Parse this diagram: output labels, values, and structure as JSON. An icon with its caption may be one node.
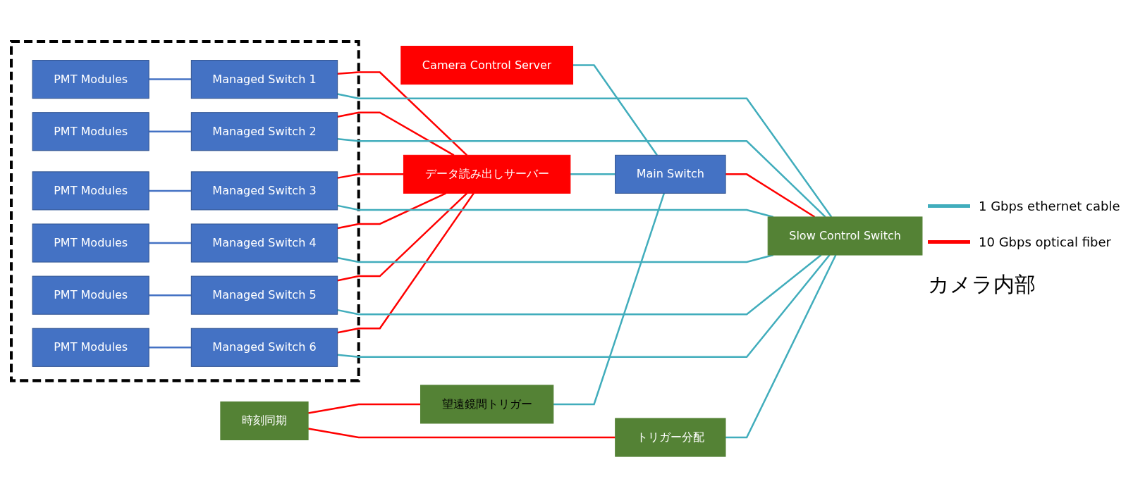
{
  "diagram": {
    "nodes": [
      {
        "text": [],
        "shape": "box"
      },
      {
        "text": [
          "PMT Modules"
        ],
        "in": 0
      },
      {
        "text": [
          "Managed Switch 1"
        ],
        "in": 0
      },
      {
        "text": [
          "PMT Modules"
        ],
        "in": 0
      },
      {
        "text": [
          "Managed Switch 2"
        ],
        "in": 0
      },
      {
        "text": [
          "PMT Modules"
        ],
        "in": 0
      },
      {
        "text": [
          "Managed Switch 3"
        ],
        "in": 0
      },
      {
        "text": [
          "PMT Modules"
        ],
        "in": 0
      },
      {
        "text": [
          "Managed Switch 4"
        ],
        "in": 0
      },
      {
        "text": [
          "PMT Modules"
        ],
        "in": 0
      },
      {
        "text": [
          "Managed Switch 5"
        ],
        "in": 0
      },
      {
        "text": [
          "PMT Modules"
        ],
        "in": 0
      },
      {
        "text": [
          "Managed Switch 6"
        ],
        "in": 0
      },
      {
        "text": [
          "Camera Control Server"
        ]
      },
      {
        "text": [
          "データ読み出しサーバー"
        ]
      },
      {
        "text": [
          "時刻同期"
        ]
      },
      {
        "text": [
          "望遠鏡間トリガー"
        ]
      },
      {
        "text": [
          "Main Switch"
        ]
      },
      {
        "text": [
          "トリガー分配"
        ]
      },
      {
        "text": [
          "Slow Control Switch"
        ]
      }
    ],
    "edges": [
      {
        "from": 1,
        "to": 2,
        "arrow": "none",
        "color": "#4472c4"
      },
      {
        "from": 3,
        "to": 4,
        "arrow": "none",
        "color": "#4472c4"
      },
      {
        "from": 5,
        "to": 6,
        "arrow": "none",
        "color": "#4472c4"
      },
      {
        "from": 7,
        "to": 8,
        "arrow": "none",
        "color": "#4472c4"
      },
      {
        "from": 9,
        "to": 10,
        "arrow": "none",
        "color": "#4472c4"
      },
      {
        "from": 11,
        "to": 12,
        "arrow": "none",
        "color": "#4472c4"
      },
      {
        "from": 2,
        "to": 14,
        "arrow": "none",
        "color": "#ff0000"
      },
      {
        "from": 4,
        "to": 14,
        "arrow": "none",
        "color": "#ff0000"
      },
      {
        "from": 6,
        "to": 14,
        "arrow": "none",
        "color": "#ff0000"
      },
      {
        "from": 8,
        "to": 14,
        "arrow": "none",
        "color": "#ff0000"
      },
      {
        "from": 10,
        "to": 14,
        "arrow": "none",
        "color": "#ff0000"
      },
      {
        "from": 12,
        "to": 14,
        "arrow": "none",
        "color": "#ff0000"
      },
      {
        "from": 2,
        "to": 19,
        "arrow": "none",
        "color": "#41adbc"
      },
      {
        "from": 4,
        "to": 19,
        "arrow": "none",
        "color": "#41adbc"
      },
      {
        "from": 6,
        "to": 19,
        "arrow": "none",
        "color": "#41adbc"
      },
      {
        "from": 8,
        "to": 19,
        "arrow": "none",
        "color": "#41adbc"
      },
      {
        "from": 10,
        "to": 19,
        "arrow": "none",
        "color": "#41adbc"
      },
      {
        "from": 12,
        "to": 19,
        "arrow": "none",
        "color": "#41adbc"
      },
      {
        "from": 13,
        "to": 17,
        "arrow": "none",
        "color": "#41adbc"
      },
      {
        "from": 14,
        "to": 17,
        "arrow": "none",
        "color": "#41adbc"
      },
      {
        "from": 15,
        "to": 16,
        "arrow": "none",
        "color": "#ff0000"
      },
      {
        "from": 16,
        "to": 17,
        "arrow": "none",
        "color": "#41adbc"
      },
      {
        "from": 15,
        "to": 18,
        "arrow": "none",
        "color": "#ff0000"
      },
      {
        "from": 18,
        "to": 19,
        "arrow": "none",
        "color": "#41adbc"
      },
      {
        "from": 17,
        "to": 19,
        "arrow": "none",
        "color": "#ff0000"
      }
    ],
    "labels": [
      "カメラ内部"
    ],
    "legend": [
      {
        "text": "1 Gbps ethernet cable"
      },
      {
        "text": "10 Gbps optical fiber"
      }
    ]
  }
}
